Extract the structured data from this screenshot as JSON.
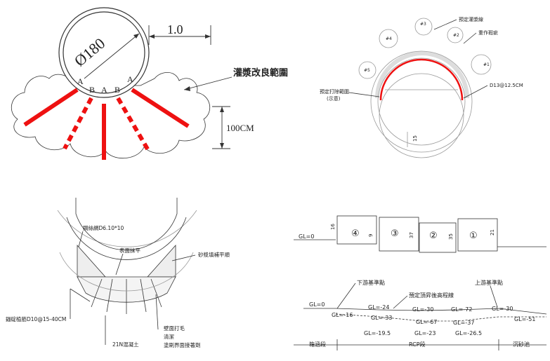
{
  "panel1": {
    "diameter_label": "Ø180",
    "width_dim": "1.0",
    "grout_zone_label": "灌漿改良範圍",
    "depth_label": "100CM",
    "pipe_marks": {
      "a_left": "A",
      "b_left": "B",
      "a_center": "A",
      "b_right": "B",
      "a_right": "A"
    }
  },
  "panel2": {
    "label_grout_line": "預定灌漿線",
    "label_damaged_pipe": "重作瑕疵",
    "label_rebar": "D13@12.5CM",
    "label_fill_range": "預定打除範圍",
    "label_fill_sub": "(示意)",
    "hole_labels": [
      "#1",
      "#2",
      "#3",
      "#4",
      "#5"
    ],
    "dim_value": "15"
  },
  "panel3": {
    "label_mesh": "鋼絲網D6.10*10",
    "label_surface": "表面抹平",
    "label_mortar": "砂漿填補平順",
    "label_anchor": "錨碇植筋D10@15-40CM",
    "label_concrete": "21N混凝土",
    "label_wall_1": "壁面打毛",
    "label_wall_2": "清潔",
    "label_wall_3": "塗刷界面接著劑"
  },
  "panel4": {
    "gl_zero_top": "GL=0",
    "sections": [
      {
        "id": "④",
        "height": "16",
        "dim": "9"
      },
      {
        "id": "③",
        "height": "37",
        "dim": ""
      },
      {
        "id": "②",
        "height": "35",
        "dim": ""
      },
      {
        "id": "①",
        "height": "21",
        "dim": ""
      }
    ],
    "label_downstream": "下游基準點",
    "label_upstream": "上游基準點",
    "label_jacking_line": "預定頂昇後高程線",
    "gl_zero_bottom": "GL=0",
    "levels": [
      "GL=-16",
      "GL=-24",
      "GL=-33",
      "GL=-30",
      "GL=-67",
      "GL=-72",
      "GL=-37",
      "GL=-30",
      "GL=-51",
      "GL=-19.5",
      "GL=-23",
      "GL=-26.5"
    ],
    "segment_left": "箱涵段",
    "segment_mid": "RCP段",
    "segment_right": "沉砂池"
  }
}
